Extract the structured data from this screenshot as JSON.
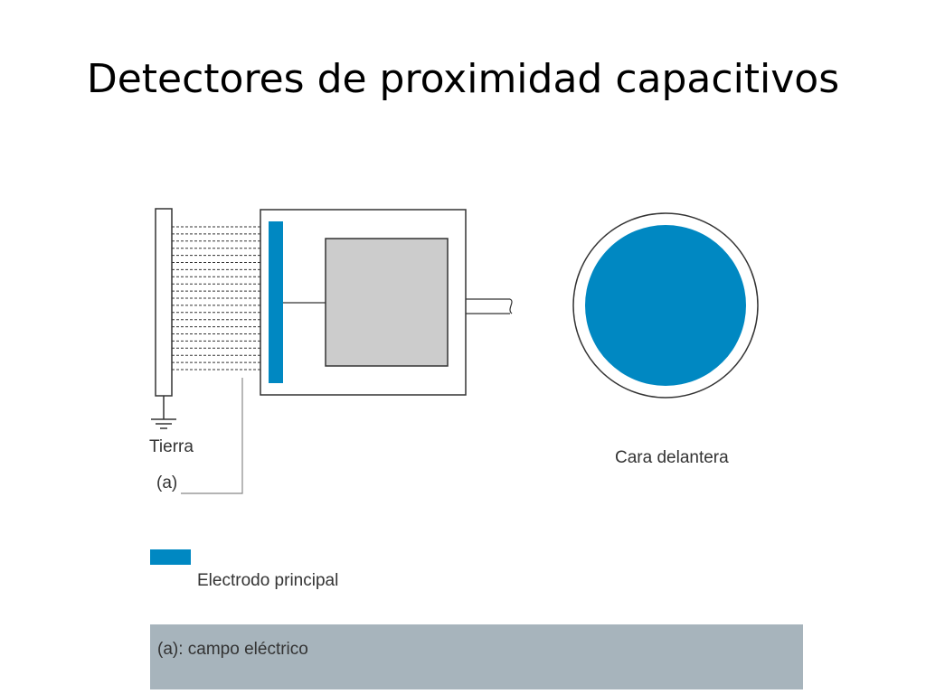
{
  "title": "Detectores de proximidad capacitivos",
  "labels": {
    "ground": "Tierra",
    "field_marker": "(a)",
    "front_face": "Cara delantera"
  },
  "legend": {
    "label": "Electrodo principal"
  },
  "note": {
    "text": "(a): campo eléctrico"
  },
  "colors": {
    "electrode": "#0088c2",
    "housing_inner": "#cccccc",
    "note_background": "#a7b4bc",
    "outline": "#333333"
  }
}
